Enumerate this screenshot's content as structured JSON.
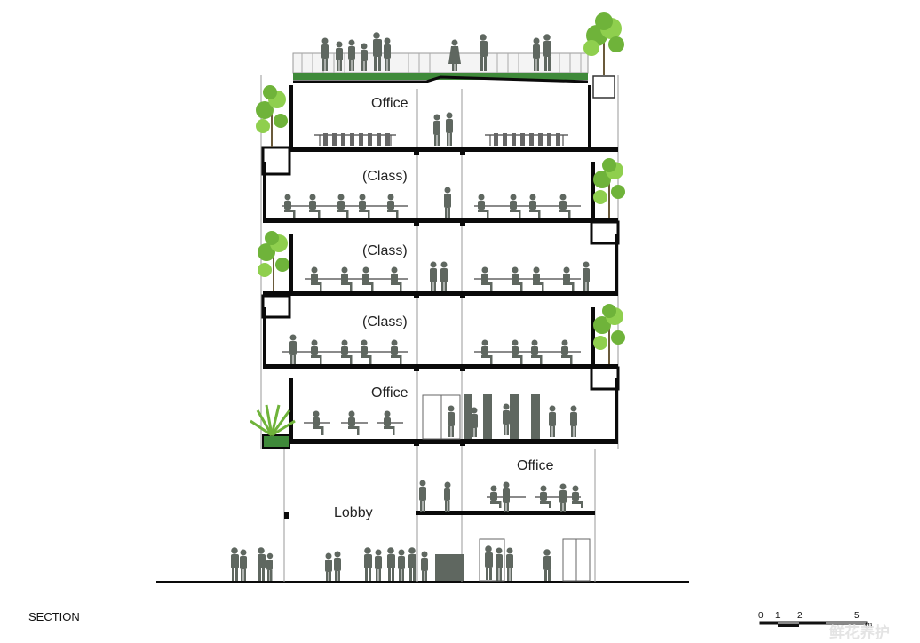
{
  "labels": {
    "office_top": "Office",
    "class_1": "(Class)",
    "class_2": "(Class)",
    "class_3": "(Class)",
    "office_mid": "Office",
    "office_ground": "Office",
    "lobby": "Lobby",
    "section": "SECTION"
  },
  "scale_bar": {
    "ticks": [
      "0",
      "1",
      "2",
      "5"
    ],
    "unit": "m"
  },
  "watermark": "鲜花养护",
  "colors": {
    "slab": "#0a0a0a",
    "people": "#5f6760",
    "foliage": "#6fb33a",
    "roof_green": "#3f8a3a"
  }
}
